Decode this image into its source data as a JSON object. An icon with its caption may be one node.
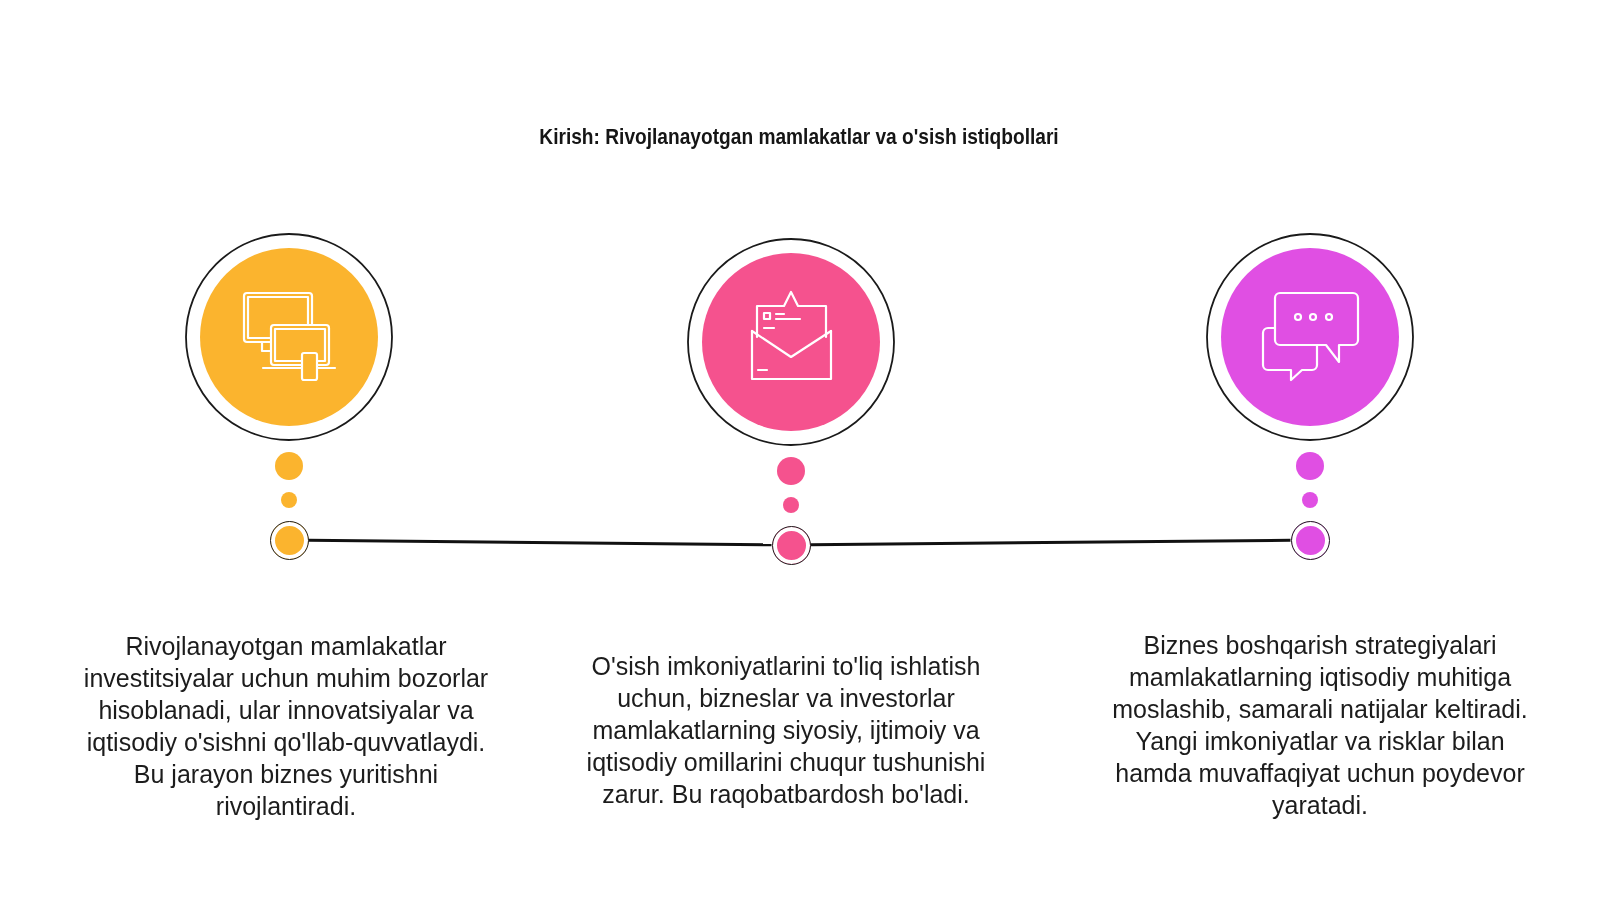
{
  "diagram": {
    "title": "Kirish: Rivojlanayotgan mamlakatlar va o'sish istiqbollari",
    "nodes": [
      {
        "text": [],
        "shape": "circle",
        "beside": [
          "Rivojlanayotgan mamlakatlar investitsiyalar uchun muhim bozorlar hisoblanadi, ular innovatsiyalar va iqtisodiy o'sishni qo'llab-quvvatlaydi. Bu jarayon biznes yuritishni rivojlantiradi."
        ]
      },
      {
        "text": [],
        "shape": "circle",
        "beside": [
          "O'sish imkoniyatlarini to'liq ishlatish uchun, bizneslar va investorlar mamlakatlarning siyosiy, ijtimoiy va iqtisodiy omillarini chuqur tushunishi zarur. Bu raqobatbardosh bo'ladi."
        ]
      },
      {
        "text": [],
        "shape": "circle",
        "beside": [
          "Biznes boshqarish strategiyalari mamlakatlarning iqtisodiy muhitiga moslashib, samarali natijalar keltiradi. Yangi imkoniyatlar va risklar bilan hamda muvaffaqiyat uchun poydevor yaratadi."
        ]
      }
    ],
    "edges": [
      {
        "from": 0,
        "to": 1,
        "arrow": "none"
      },
      {
        "from": 1,
        "to": 2,
        "arrow": "none"
      }
    ]
  }
}
